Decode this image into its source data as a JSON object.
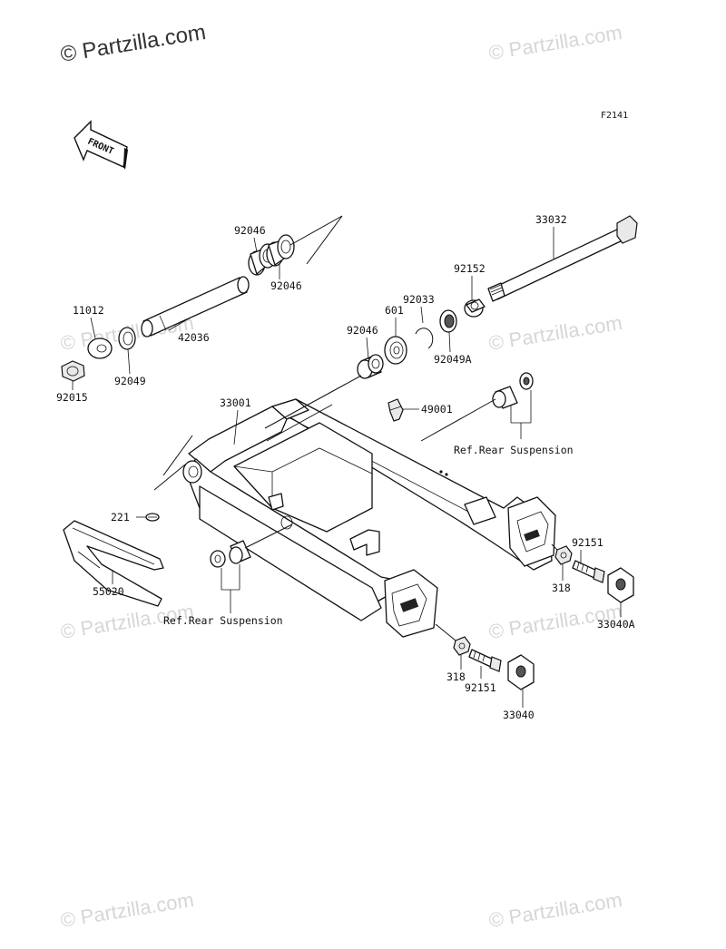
{
  "watermark": {
    "main_text": "© Partzilla.com",
    "repeat_text": "© Partzilla.com"
  },
  "figure_id": "F2141",
  "front_marker": "FRONT",
  "callouts": {
    "p92046_top": "92046",
    "p92046_mid": "92046",
    "p92046_low": "92046",
    "p33032": "33032",
    "p92152": "92152",
    "p92033": "92033",
    "p601": "601",
    "p11012": "11012",
    "p42036": "42036",
    "p92049": "92049",
    "p92049A": "92049A",
    "p92015": "92015",
    "p33001": "33001",
    "p49001": "49001",
    "p221": "221",
    "p55020": "55020",
    "p92151_right": "92151",
    "p318_right": "318",
    "p33040A": "33040A",
    "p318_low": "318",
    "p92151_low": "92151",
    "p33040": "33040"
  },
  "references": {
    "rear_suspension_right": "Ref.Rear Suspension",
    "rear_suspension_left": "Ref.Rear Suspension"
  }
}
